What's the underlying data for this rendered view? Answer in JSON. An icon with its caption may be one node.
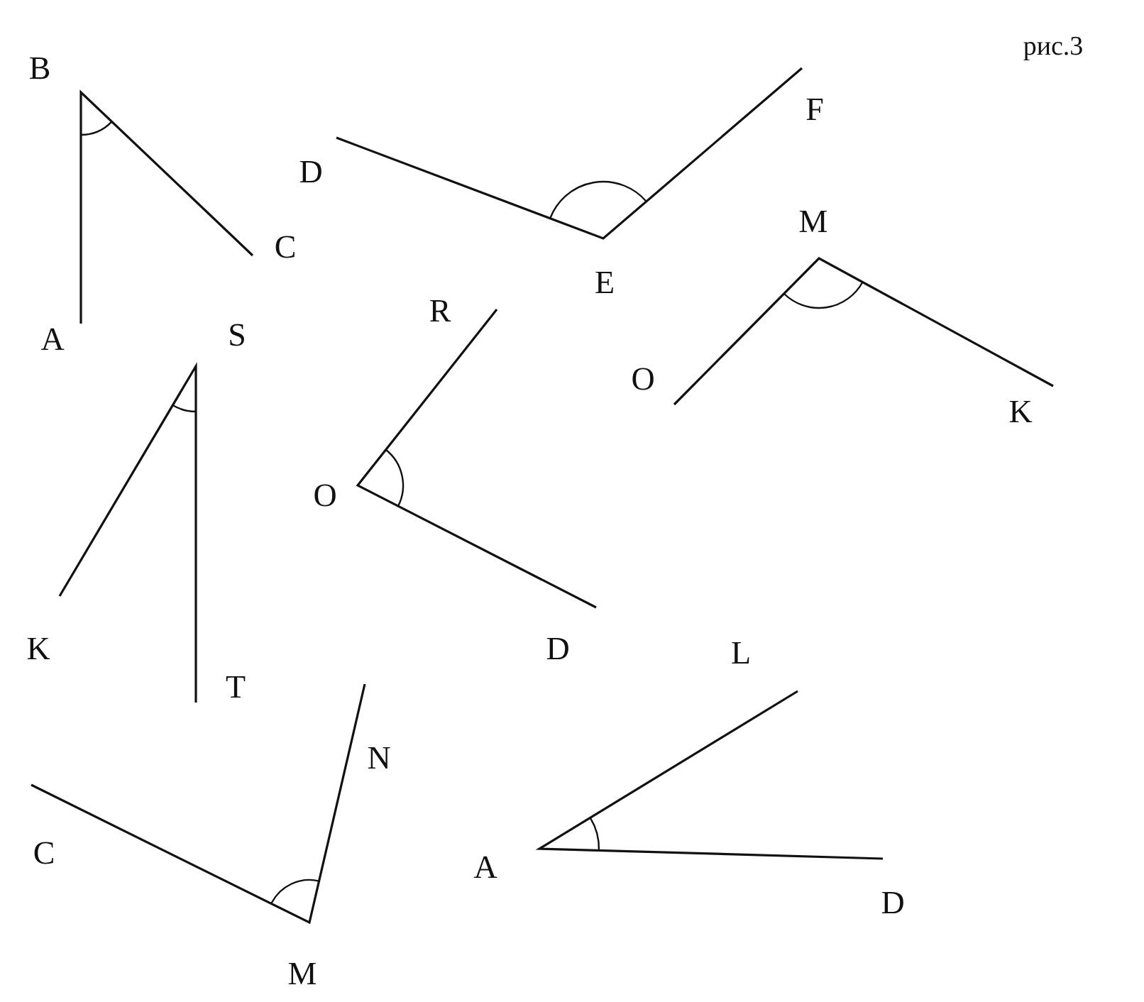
{
  "diagram": {
    "labels": [
      "B",
      "рис.3",
      "F",
      "D",
      "C",
      "M",
      "E",
      "A",
      "S",
      "R",
      "O",
      "K",
      "O",
      "K",
      "D",
      "L",
      "T",
      "N",
      "C",
      "A",
      "D",
      "M"
    ]
  }
}
